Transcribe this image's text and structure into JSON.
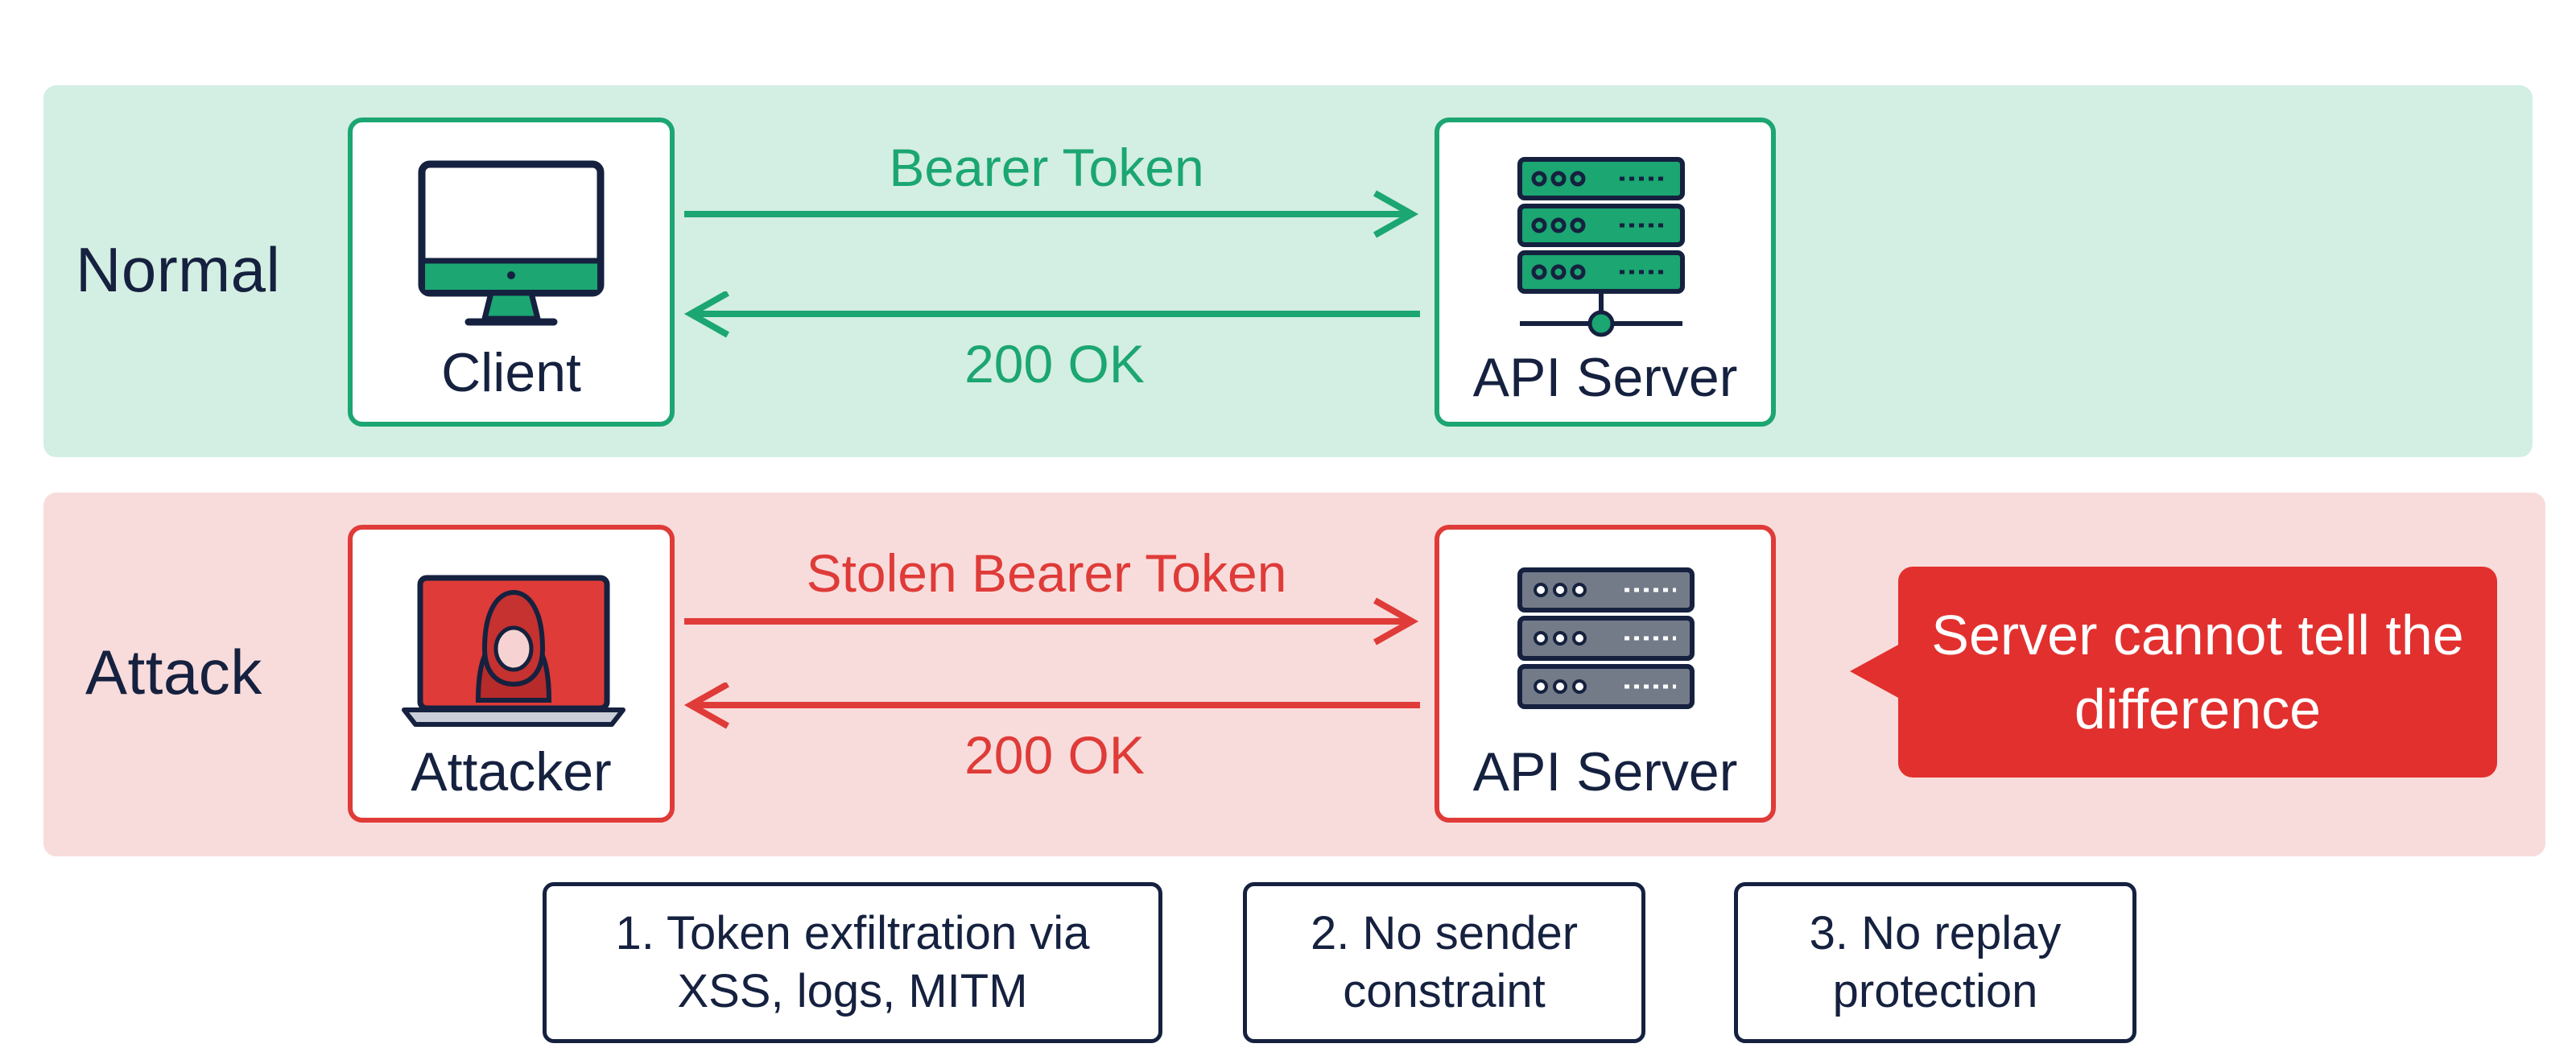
{
  "rows": {
    "normal": {
      "label": "Normal",
      "client_label": "Client",
      "request_label": "Bearer Token",
      "response_label": "200 OK",
      "server_label": "API Server"
    },
    "attack": {
      "label": "Attack",
      "client_label": "Attacker",
      "request_label": "Stolen Bearer Token",
      "response_label": "200 OK",
      "server_label": "API Server"
    }
  },
  "callout": {
    "text": "Server cannot tell the difference"
  },
  "notes": [
    "1. Token exfiltration via\nXSS, logs, MITM",
    "2. No sender\nconstraint",
    "3. No replay\nprotection"
  ],
  "icons": {
    "client": "monitor-icon",
    "attacker": "hooded-hacker-laptop-icon",
    "server": "server-rack-icon"
  },
  "colors": {
    "normal_accent": "#1ba672",
    "attack_accent": "#df3b38",
    "normal_band": "#d3eee2",
    "attack_band": "#f8dcdb",
    "text_dark": "#15213f"
  }
}
